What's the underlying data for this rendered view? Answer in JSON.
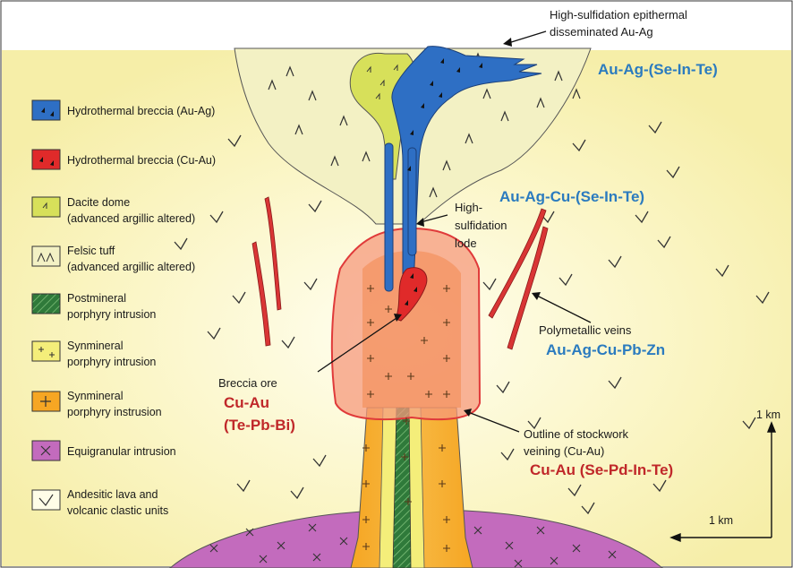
{
  "colors": {
    "blue_text": "#2b7bbf",
    "red_text": "#c0282a",
    "hydro_au_ag": "#2e6fc4",
    "hydro_cu_au": "#e02a2a",
    "dacite": "#d7e05a",
    "felsic_tuff": "#f3f1c4",
    "postmineral": "#2f7a3a",
    "synmineral_yellow": "#f4ee7a",
    "synmineral_orange": "#f6a623",
    "equigranular": "#c36bbd",
    "stockwork": "#f08a6a"
  },
  "legend": {
    "items": [
      {
        "swatch": "hydro-au-ag",
        "line1": "Hydrothermal breccia (Au-Ag)",
        "line2": ""
      },
      {
        "swatch": "hydro-cu-au",
        "line1": "Hydrothermal breccia (Cu-Au)",
        "line2": ""
      },
      {
        "swatch": "dacite",
        "line1": "Dacite dome",
        "line2": "(advanced argillic altered)"
      },
      {
        "swatch": "felsic-tuff",
        "line1": "Felsic tuff",
        "line2": "(advanced argillic altered)"
      },
      {
        "swatch": "postmineral",
        "line1": "Postmineral",
        "line2": "porphyry intrusion"
      },
      {
        "swatch": "synmineral-yellow",
        "line1": "Synmineral",
        "line2": "porphyry intrusion"
      },
      {
        "swatch": "synmineral-orange",
        "line1": "Synmineral",
        "line2": "porphyry instrusion"
      },
      {
        "swatch": "equigranular",
        "line1": "Equigranular intrusion",
        "line2": ""
      },
      {
        "swatch": "andesitic",
        "line1": "Andesitic lava and",
        "line2": "volcanic clastic units"
      }
    ]
  },
  "labels": {
    "epithermal_line1": "High-sulfidation epithermal",
    "epithermal_line2": "disseminated Au-Ag",
    "au_ag_se_in_te": "Au-Ag-(Se-In-Te)",
    "au_ag_cu_se_in_te": "Au-Ag-Cu-(Se-In-Te)",
    "lode_line1": "High-",
    "lode_line2": "sulfidation",
    "lode_line3": "lode",
    "polymetallic": "Polymetallic veins",
    "polymetallic_metals": "Au-Ag-Cu-Pb-Zn",
    "breccia_ore": "Breccia ore",
    "breccia_cu_au": "Cu-Au",
    "breccia_te_pb_bi": "(Te-Pb-Bi)",
    "stockwork_line1": "Outline of stockwork",
    "stockwork_line2": "veining (Cu-Au)",
    "stockwork_metals": "Cu-Au (Se-Pd-In-Te)"
  },
  "scale_bar": {
    "vertical": "1 km",
    "horizontal": "1 km"
  }
}
